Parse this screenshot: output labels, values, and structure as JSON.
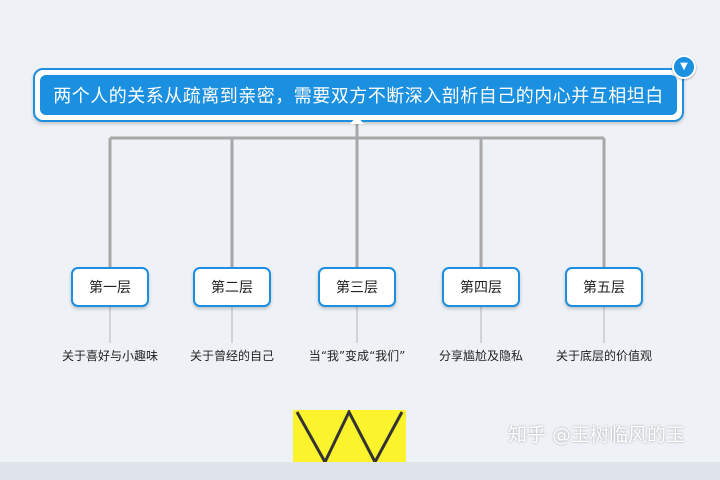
{
  "root": {
    "title": "两个人的关系从疏离到亲密，需要双方不断深入剖析自己的内心并互相坦白",
    "toggle_icon": "caret-down-icon"
  },
  "layers": [
    {
      "label": "第一层",
      "description": "关于喜好与小趣味"
    },
    {
      "label": "第二层",
      "description": "关于曾经的自己"
    },
    {
      "label": "第三层",
      "description": "当“我”变成“我们”"
    },
    {
      "label": "第四层",
      "description": "分享尴尬及隐私"
    },
    {
      "label": "第五层",
      "description": "关于底层的价值观"
    }
  ],
  "watermark": "知乎 @玉树临风的玉",
  "colors": {
    "accent": "#1b8fe0",
    "connector": "#a8a8a8",
    "sub_connector": "#b5b5b5",
    "deco_yellow": "#fbf32c",
    "deco_stroke": "#333333"
  }
}
